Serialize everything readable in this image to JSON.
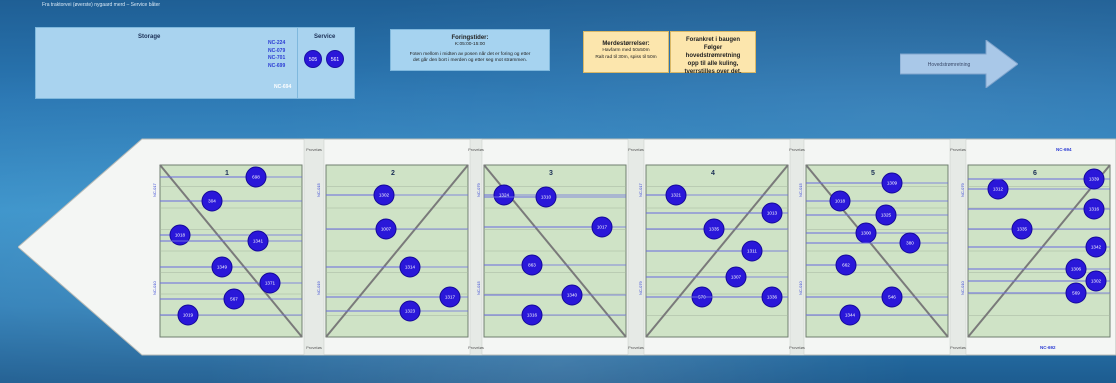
{
  "header": {
    "text": "Fra traktorvei (øverste) nygaard merd   –   Service båter"
  },
  "storage": {
    "title": "Storage",
    "nc_items": [
      "NC-224",
      "NC-079",
      "NC-701",
      "NC-699"
    ],
    "nc_bottom": "NC-694"
  },
  "service": {
    "title": "Service",
    "circles": [
      "505",
      "561"
    ]
  },
  "foringstider": {
    "title": "Foringstider:",
    "times": "K:05:00-15:00",
    "desc_line1": "Foten mellom i midten av posen når det er foring og etter",
    "desc_line2": "det går den bort i merden og etter seg mot strømmen."
  },
  "merdestorrelser": {
    "title": "Merdestørrelser:",
    "line1": "Havfarm med 50x50m",
    "line2": "Ralt rad til 30m, spiss til 50m"
  },
  "fortoyning": {
    "title_line1": "Forankret i baugen",
    "title_line2": "Følger hovedstrømretning",
    "title_line3": "opp til alle kuling,",
    "title_line4": "tverrstilles over det."
  },
  "arrow": {
    "label": "Hovedstrømretning"
  },
  "ship": {
    "pontoon_label": "Proveløs",
    "pens": [
      {
        "number": "1",
        "circles": [
          "698",
          "304",
          "1018",
          "1341",
          "1349",
          "1371",
          "567",
          "1019"
        ]
      },
      {
        "number": "2",
        "circles": [
          "1302",
          "1007",
          "1314",
          "1317",
          "1323"
        ]
      },
      {
        "number": "3",
        "circles": [
          "1324",
          "1310",
          "1017",
          "863",
          "1340",
          "1316"
        ]
      },
      {
        "number": "4",
        "circles": [
          "1321",
          "1013",
          "1335",
          "1311",
          "1307",
          "570",
          "1336"
        ]
      },
      {
        "number": "5",
        "circles": [
          "1018",
          "1309",
          "1325",
          "1300",
          "380",
          "662",
          "546",
          "1344"
        ]
      },
      {
        "number": "6",
        "circles": [
          "1312",
          "1339",
          "1316",
          "1335",
          "1342",
          "1306",
          "569",
          "1302"
        ]
      }
    ],
    "nc_top": "NC-694",
    "nc_bottom": "NC-692",
    "side_labels": [
      "NC-017",
      "NC-015",
      "NC-079",
      "NC-017",
      "NC-015",
      "NC-079",
      "NC-010",
      "NC-019",
      "NC-015",
      "NC-079",
      "NC-010",
      "NC-010"
    ]
  },
  "colors": {
    "pen_fill": "#cfe3c6",
    "circle_fill": "#2a17d9",
    "rope": "#6a6ae0",
    "ship_fill": "#f4f6f4"
  }
}
